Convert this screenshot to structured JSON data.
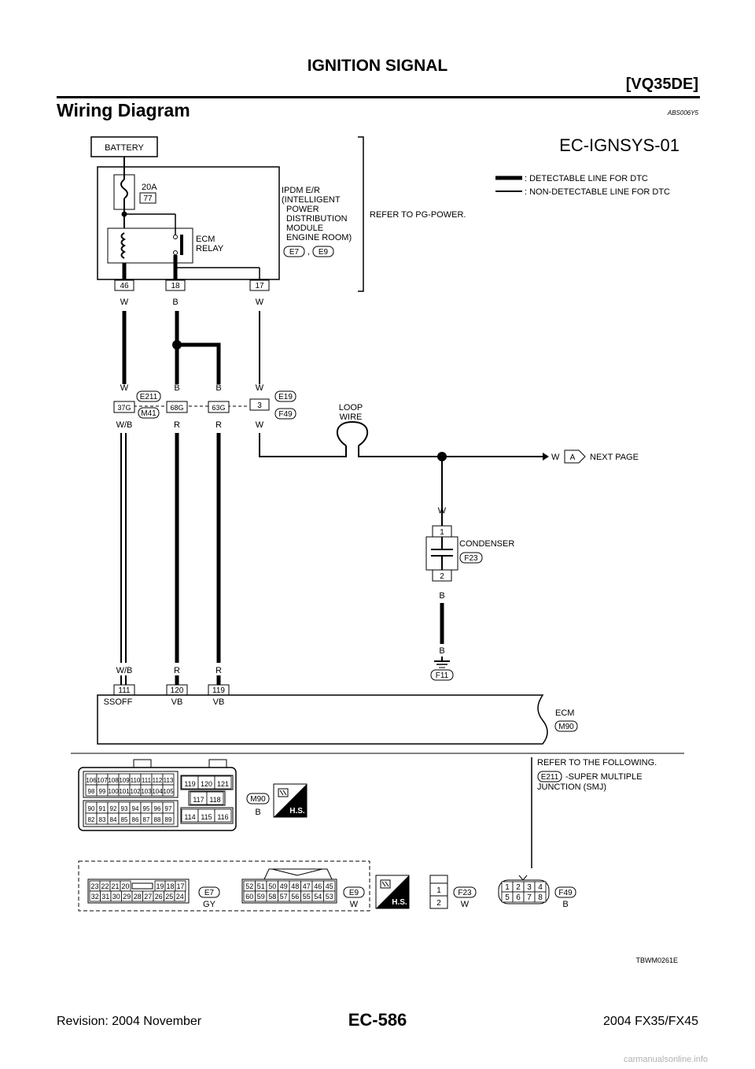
{
  "header": {
    "title": "IGNITION SIGNAL",
    "model": "[VQ35DE]"
  },
  "section": {
    "title": "Wiring Diagram",
    "code": "ABS006Y5"
  },
  "diagram": {
    "id": "EC-IGNSYS-01",
    "legend": {
      "detectable": ": DETECTABLE LINE FOR DTC",
      "non_detectable": ": NON-DETECTABLE LINE FOR DTC"
    },
    "battery": "BATTERY",
    "fuse": {
      "rating": "20A",
      "number": "77"
    },
    "relay": [
      "ECM",
      "RELAY"
    ],
    "ipdm": [
      "IPDM E/R",
      "(INTELLIGENT",
      "POWER",
      "DISTRIBUTION",
      "MODULE",
      "ENGINE ROOM)"
    ],
    "ipdm_connectors": [
      "E7",
      "E9"
    ],
    "refer_pg": "REFER TO PG-POWER.",
    "ipdm_terminals": [
      "46",
      "18",
      "17"
    ],
    "top_wire_colors": [
      "W",
      "B",
      "W"
    ],
    "junction_top_colors": [
      "W",
      "B",
      "B",
      "W"
    ],
    "junction_bottom_colors": [
      "W/B",
      "R",
      "R",
      "W"
    ],
    "junction_terms": [
      "37G",
      "68G",
      "63G",
      "3"
    ],
    "e211": "E211",
    "m41": "M41",
    "e19": "E19",
    "f49": "F49",
    "loop_wire": [
      "LOOP",
      "WIRE"
    ],
    "next_page": {
      "color": "W",
      "ref": "A",
      "label": "NEXT PAGE"
    },
    "condenser": {
      "label": "CONDENSER",
      "connector": "F23",
      "terms": [
        "1",
        "2"
      ],
      "color_top": "W",
      "color_bottom": "B"
    },
    "ground": {
      "color": "B",
      "connector": "F11"
    },
    "ecm_wire_colors": [
      "W/B",
      "R",
      "R"
    ],
    "ecm_terms": [
      "111",
      "120",
      "119"
    ],
    "ecm_term_labels": [
      "SSOFF",
      "VB",
      "VB"
    ],
    "ecm": {
      "label": "ECM",
      "connector": "M90"
    },
    "refer_following": [
      "REFER TO THE FOLLOWING.",
      "-SUPER MULTIPLE",
      "JUNCTION (SMJ)"
    ],
    "m90_pins": {
      "left": [
        [
          "106",
          "107",
          "108",
          "109",
          "110",
          "111",
          "112",
          "113"
        ],
        [
          "98",
          "99",
          "100",
          "101",
          "102",
          "103",
          "104",
          "105"
        ],
        [
          "90",
          "91",
          "92",
          "93",
          "94",
          "95",
          "96",
          "97"
        ],
        [
          "82",
          "83",
          "84",
          "85",
          "86",
          "87",
          "88",
          "89"
        ]
      ],
      "right": [
        [
          "119",
          "120",
          "121"
        ],
        [
          "117",
          "118"
        ],
        [
          "114",
          "115",
          "116"
        ]
      ],
      "color": "B"
    },
    "e7_pins": {
      "rows": [
        [
          "23",
          "22",
          "21",
          "20",
          "19",
          "18",
          "17"
        ],
        [
          "32",
          "31",
          "30",
          "29",
          "28",
          "27",
          "26",
          "25",
          "24"
        ]
      ],
      "connector": "E7",
      "color": "GY"
    },
    "e9_pins": {
      "rows": [
        [
          "52",
          "51",
          "50",
          "49",
          "48",
          "47",
          "46",
          "45"
        ],
        [
          "60",
          "59",
          "58",
          "57",
          "56",
          "55",
          "54",
          "53"
        ]
      ],
      "connector": "E9",
      "color": "W"
    },
    "f23_pins": {
      "pins": [
        "1",
        "2"
      ],
      "connector": "F23",
      "color": "W"
    },
    "f49_pins": {
      "rows": [
        [
          "1",
          "2",
          "3",
          "4"
        ],
        [
          "5",
          "6",
          "7",
          "8"
        ]
      ],
      "connector": "F49",
      "color": "B"
    },
    "hs_label": "H.S.",
    "figure_code": "TBWM0261E"
  },
  "footer": {
    "revision": "Revision: 2004 November",
    "page": "EC-586",
    "model": "2004 FX35/FX45"
  },
  "watermark": "carmanualsonline.info"
}
